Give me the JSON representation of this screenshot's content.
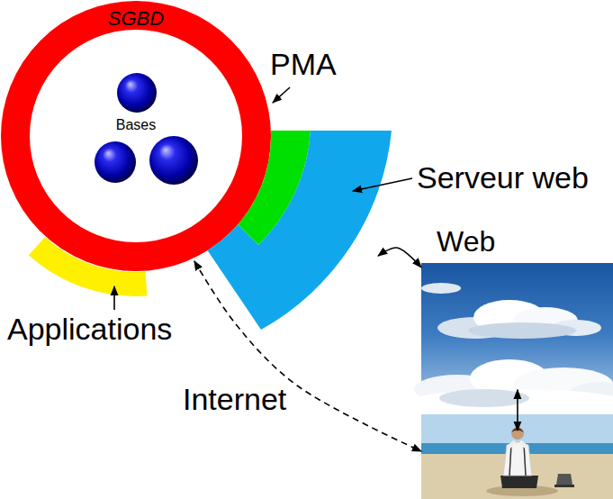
{
  "diagram": {
    "nodes": [
      {
        "text": [
          "SGBD"
        ]
      },
      {
        "text": [
          "Bases"
        ],
        "in": 0
      },
      {
        "text": [
          "PMA"
        ]
      },
      {
        "text": [
          "Serveur web"
        ]
      },
      {
        "text": [
          "Applications"
        ]
      },
      {
        "text": [
          "Web"
        ]
      },
      {
        "text": []
      }
    ],
    "edges": [
      {
        "from": 3,
        "to": 5,
        "arrow": "both"
      },
      {
        "from": 5,
        "to": 6,
        "arrow": "both"
      },
      {
        "from": 0,
        "to": 6,
        "arrow": "both",
        "label": "Internet"
      }
    ]
  }
}
